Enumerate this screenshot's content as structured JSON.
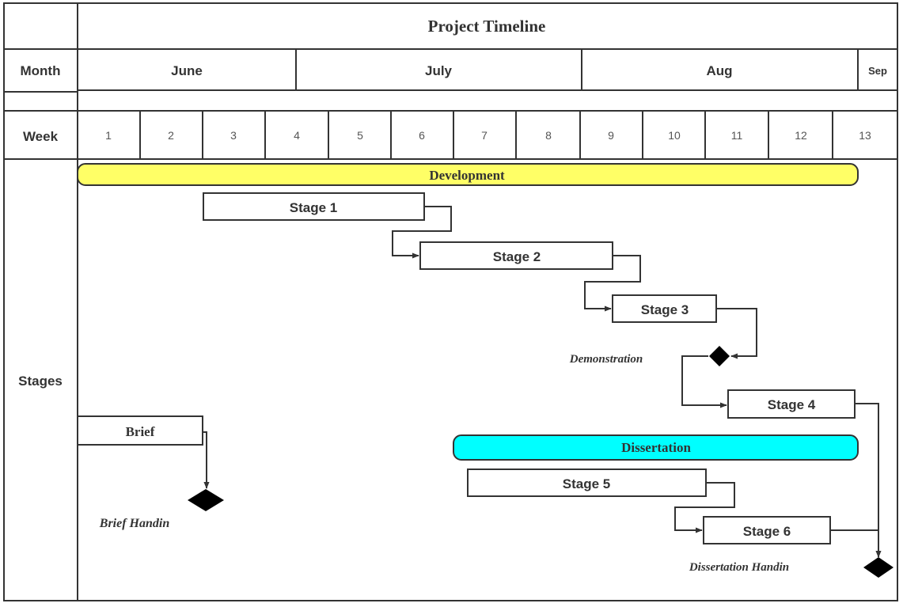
{
  "title": "Project Timeline",
  "labels": {
    "month": "Month",
    "week": "Week",
    "stages": "Stages"
  },
  "months": [
    "June",
    "July",
    "Aug",
    "Sep"
  ],
  "weeks": [
    "1",
    "2",
    "3",
    "4",
    "5",
    "6",
    "7",
    "8",
    "9",
    "10",
    "11",
    "12",
    "13"
  ],
  "bars": {
    "development": {
      "label": "Development",
      "color": "#ffff66"
    },
    "dissertation": {
      "label": "Dissertation",
      "color": "#00ffff"
    }
  },
  "tasks": {
    "stage1": "Stage 1",
    "stage2": "Stage 2",
    "stage3": "Stage 3",
    "stage4": "Stage 4",
    "stage5": "Stage 5",
    "stage6": "Stage 6",
    "brief": "Brief"
  },
  "milestones": {
    "demonstration": "Demonstration",
    "brief_handin": "Brief Handin",
    "dissertation_handin": "Dissertation Handin"
  }
}
